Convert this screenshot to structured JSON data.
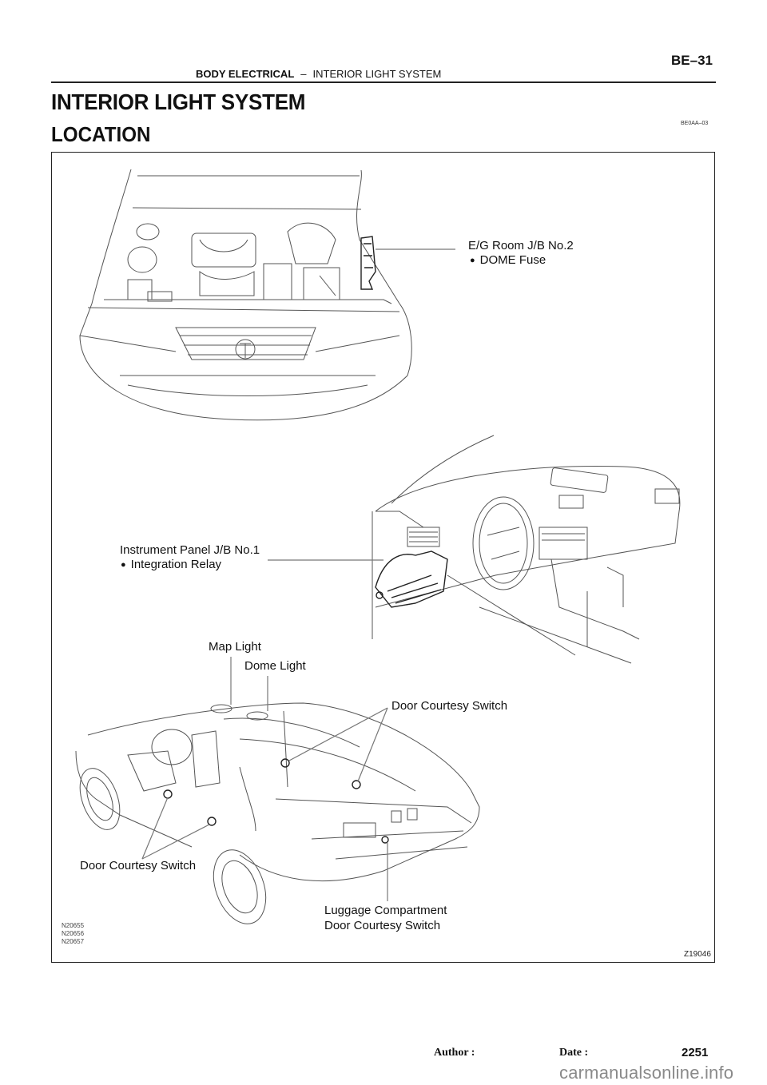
{
  "header": {
    "section": "BODY ELECTRICAL",
    "separator": "–",
    "subsection": "INTERIOR LIGHT SYSTEM",
    "page_code": "BE–31"
  },
  "title": "INTERIOR LIGHT SYSTEM",
  "subtitle": "LOCATION",
  "ref_code": "BE0AA–03",
  "figure": {
    "labels": {
      "eg_room_jb": "E/G Room J/B No.2",
      "dome_fuse": "DOME Fuse",
      "instrument_panel_jb": "Instrument Panel J/B No.1",
      "integration_relay": "Integration Relay",
      "map_light": "Map Light",
      "dome_light": "Dome Light",
      "door_courtesy_switch_rear": "Door Courtesy Switch",
      "door_courtesy_switch_front": "Door Courtesy Switch",
      "luggage_line1": "Luggage Compartment",
      "luggage_line2": "Door Courtesy Switch"
    },
    "drawing_codes": [
      "N20655",
      "N20656",
      "N20657"
    ],
    "figure_id": "Z19046"
  },
  "footer": {
    "author_label": "Author :",
    "date_label": "Date :",
    "page_number": "2251"
  },
  "watermark": "carmanualsonline.info"
}
